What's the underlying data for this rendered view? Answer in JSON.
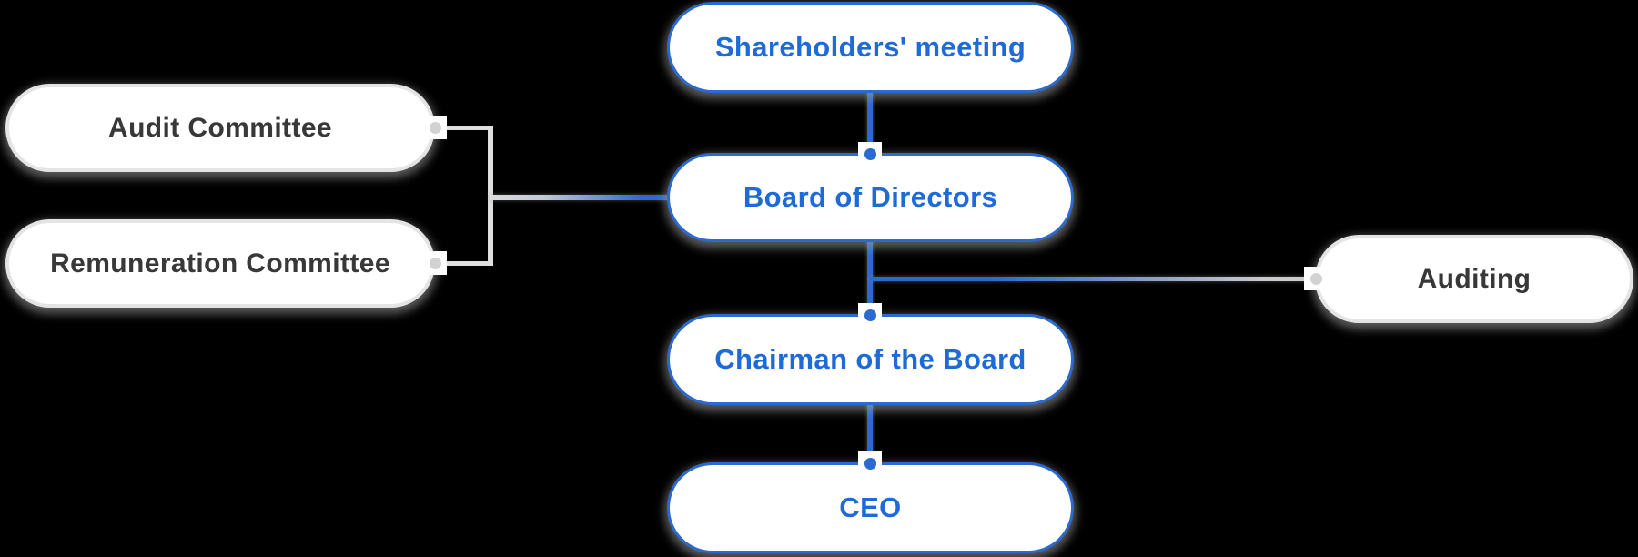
{
  "nodes": {
    "shareholders": {
      "label": "Shareholders' meeting",
      "style": "blue"
    },
    "board": {
      "label": "Board of Directors",
      "style": "blue"
    },
    "chairman": {
      "label": "Chairman of the Board",
      "style": "blue"
    },
    "ceo": {
      "label": "CEO",
      "style": "blue"
    },
    "audit_committee": {
      "label": "Audit Committee",
      "style": "gray"
    },
    "remuneration_committee": {
      "label": "Remuneration Committee",
      "style": "gray"
    },
    "auditing": {
      "label": "Auditing",
      "style": "gray"
    }
  },
  "edges": [
    {
      "from": "shareholders",
      "to": "board"
    },
    {
      "from": "audit_committee",
      "to": "board"
    },
    {
      "from": "remuneration_committee",
      "to": "board"
    },
    {
      "from": "board",
      "to": "chairman"
    },
    {
      "from": "board",
      "to": "auditing"
    },
    {
      "from": "chairman",
      "to": "ceo"
    }
  ],
  "colors": {
    "accent_blue": "#2b6ad1",
    "text_blue": "#1e6bd8",
    "text_dark": "#383838",
    "border_gray": "#e4e4e4",
    "connector_gray": "#dedede",
    "dot_gray": "#d2d2d2",
    "node_fill": "#ffffff",
    "background": "#000000"
  }
}
